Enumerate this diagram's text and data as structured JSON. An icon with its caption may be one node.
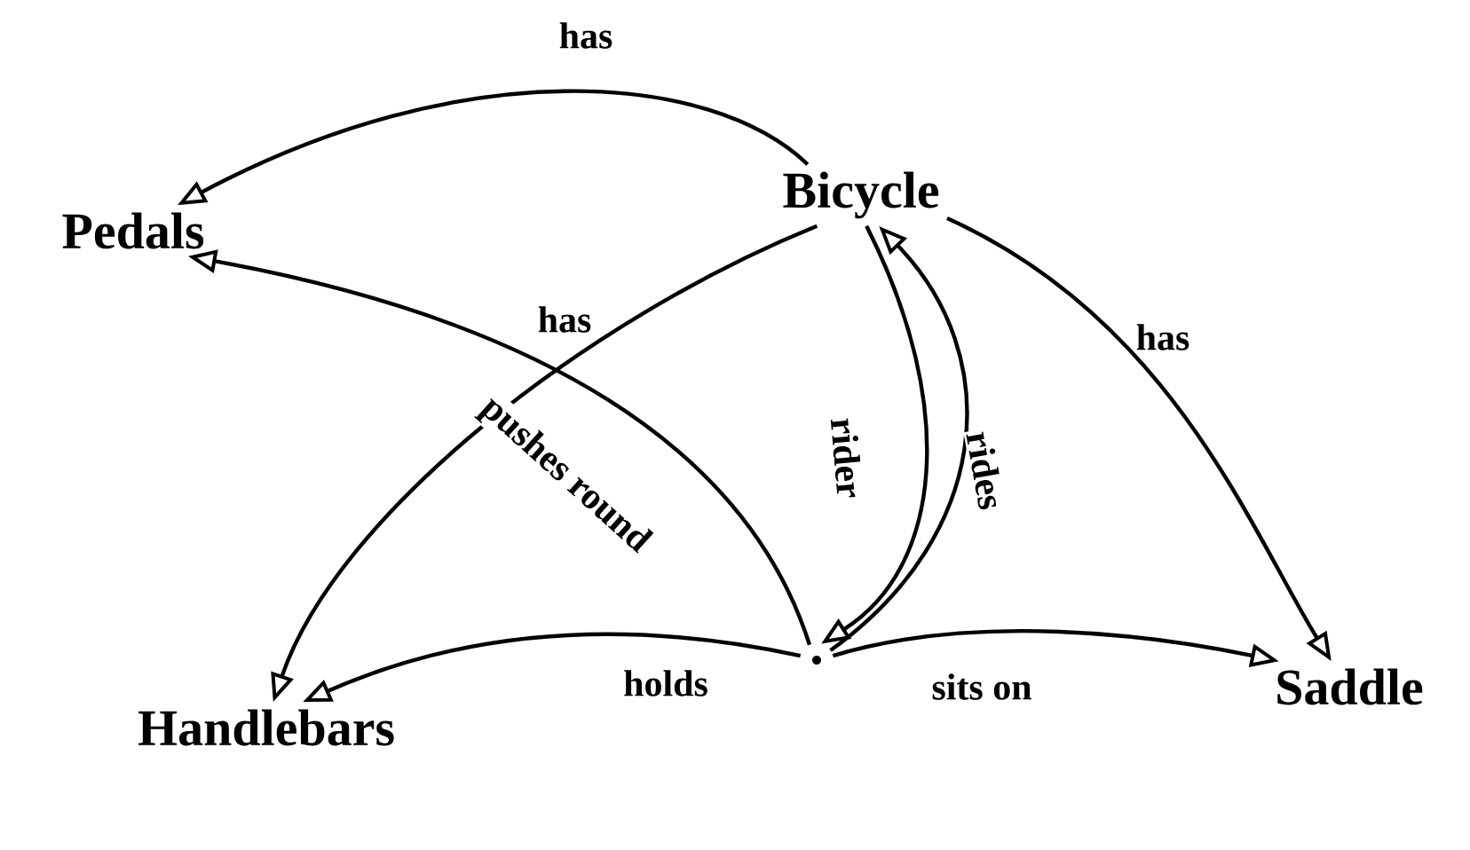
{
  "diagram": {
    "nodes": [
      {
        "text": [
          "Bicycle"
        ]
      },
      {
        "text": [
          "Pedals"
        ]
      },
      {
        "text": [
          "Handlebars"
        ]
      },
      {
        "text": [
          "Saddle"
        ]
      },
      {
        "text": [],
        "shape": "circle"
      }
    ],
    "edges": [
      {
        "from": 0,
        "to": 1,
        "arrow": "to",
        "label": "has"
      },
      {
        "from": 0,
        "to": 2,
        "arrow": "to",
        "label": "has"
      },
      {
        "from": 0,
        "to": 3,
        "arrow": "to",
        "label": "has"
      },
      {
        "from": 0,
        "to": 4,
        "arrow": "to",
        "label": "rider"
      },
      {
        "from": 4,
        "to": 0,
        "arrow": "to",
        "label": "rides"
      },
      {
        "from": 4,
        "to": 1,
        "arrow": "to",
        "label": "pushes round"
      },
      {
        "from": 4,
        "to": 2,
        "arrow": "to",
        "label": "holds"
      },
      {
        "from": 4,
        "to": 3,
        "arrow": "to",
        "label": "sits on"
      }
    ]
  }
}
